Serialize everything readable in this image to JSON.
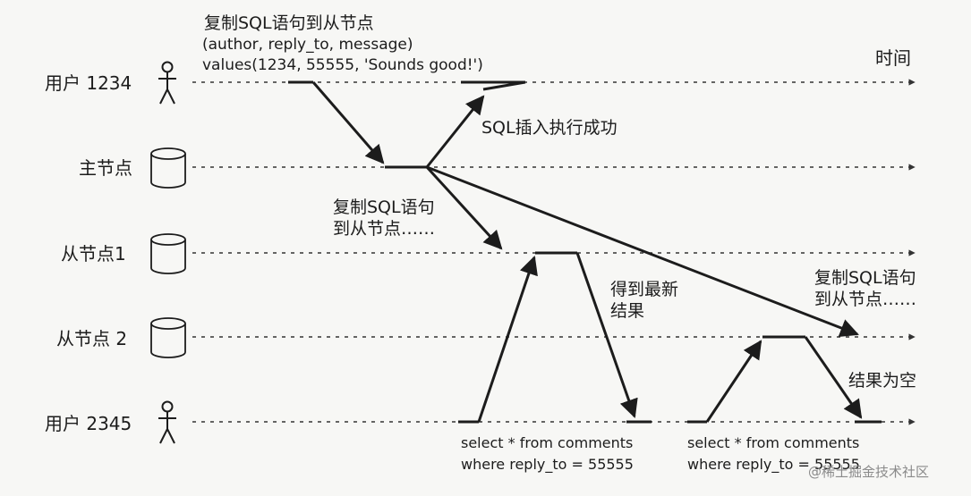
{
  "lanes": {
    "user1234": "用户 1234",
    "leader": "主节点",
    "follower1": "从节点1",
    "follower2": "从节点 2",
    "user2345": "用户 2345"
  },
  "time_label": "时间",
  "top_note": {
    "line1": "复制SQL语句到从节点",
    "line2": "(author, reply_to, message)",
    "line3": "values(1234, 55555, 'Sounds good!')"
  },
  "success_label": "SQL插入执行成功",
  "replicate_mid": {
    "line1": "复制SQL语句",
    "line2": "到从节点……"
  },
  "latest_result": {
    "line1": "得到最新",
    "line2": "结果"
  },
  "replicate_right": {
    "line1": "复制SQL语句",
    "line2": "到从节点……"
  },
  "empty_result": "结果为空",
  "query1": {
    "line1": "select * from comments",
    "line2": "where reply_to = 55555"
  },
  "query2": {
    "line1": "select * from comments",
    "line2": "where reply_to = 55555"
  },
  "watermark": "@稀土掘金技术社区",
  "colors": {
    "ink": "#1c1c1c",
    "timeline": "#333333",
    "background": "#f7f7f5"
  }
}
